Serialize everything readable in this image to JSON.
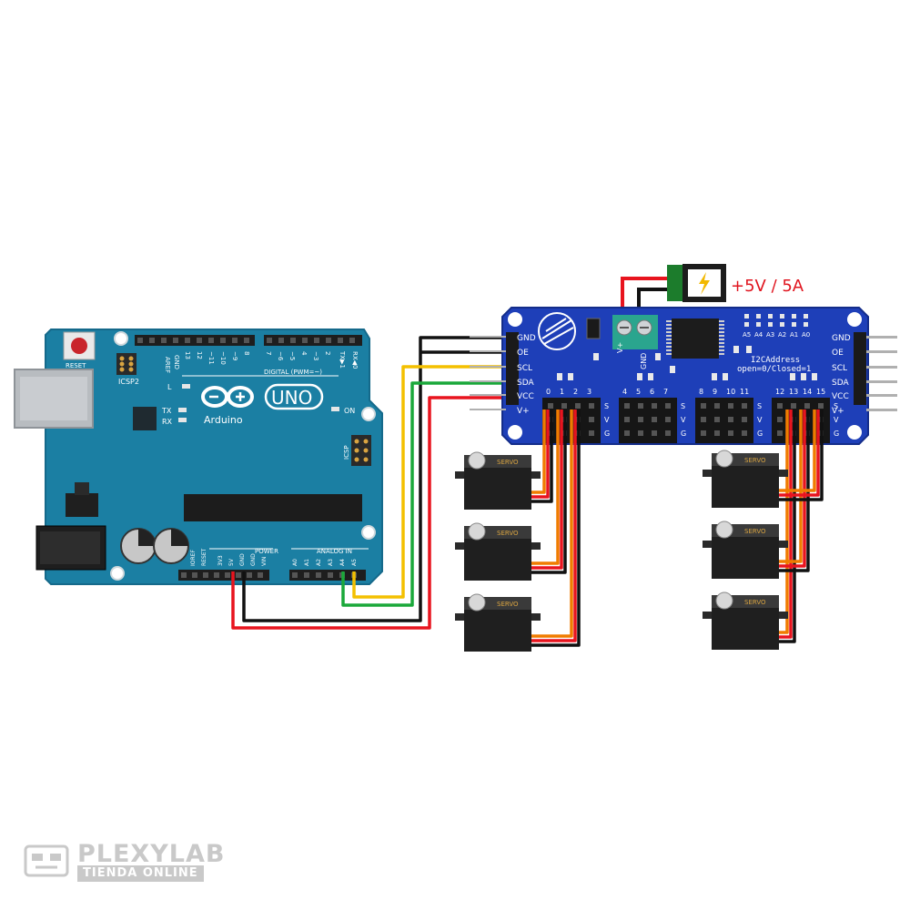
{
  "arduino": {
    "reset_label": "RESET",
    "icsp2_label": "ICSP2",
    "icsp_label": "ICSP",
    "aref_label": "AREF",
    "gnd_label": "GND",
    "digital_label": "DIGITAL (PWM=~)",
    "digital_pins": [
      "13",
      "12",
      "~11",
      "~10",
      "~9",
      "8",
      "7",
      "~6",
      "~5",
      "4",
      "~3",
      "2",
      "TX▶1",
      "RX◀0"
    ],
    "l_label": "L",
    "tx_label": "TX",
    "rx_label": "RX",
    "on_label": "ON",
    "brand_label": "Arduino",
    "model_label": "UNO",
    "power_label": "POWER",
    "power_pins": [
      "IOREF",
      "RESET",
      "3V3",
      "5V",
      "GND",
      "GND",
      "VIN"
    ],
    "analog_label": "ANALOG IN",
    "analog_pins": [
      "A0",
      "A1",
      "A2",
      "A3",
      "A4",
      "A5"
    ]
  },
  "pwm_board": {
    "address_pins": [
      "A5",
      "A4",
      "A3",
      "A2",
      "A1",
      "A0"
    ],
    "address_title": "I2CAddress",
    "address_note": "open=0/Closed=1",
    "left_pins": [
      "GND",
      "OE",
      "SCL",
      "SDA",
      "VCC",
      "V+"
    ],
    "right_pins": [
      "GND",
      "OE",
      "SCL",
      "SDA",
      "VCC",
      "V+"
    ],
    "terminal_labels": [
      "V+",
      "GND"
    ],
    "channel_groups": [
      [
        "0",
        "1",
        "2",
        "3"
      ],
      [
        "4",
        "5",
        "6",
        "7"
      ],
      [
        "8",
        "9",
        "10",
        "11"
      ],
      [
        "12",
        "13",
        "14",
        "15"
      ]
    ],
    "row_labels": [
      "S",
      "V",
      "G"
    ]
  },
  "power_supply": {
    "label": "+5V / 5A"
  },
  "servos": {
    "label": "SERVO",
    "count_left": 3,
    "count_right": 3
  },
  "watermark": {
    "brand": "PLEXYLAB",
    "tagline": "TIENDA ONLINE"
  },
  "colors": {
    "arduino_board": "#1b7fa3",
    "pwm_board": "#1e3fb8",
    "wire_red": "#e8141e",
    "wire_black": "#111111",
    "wire_yellow": "#f4c000",
    "wire_green": "#1aa83a",
    "wire_orange": "#f07c00",
    "power_label": "#e0141e"
  }
}
